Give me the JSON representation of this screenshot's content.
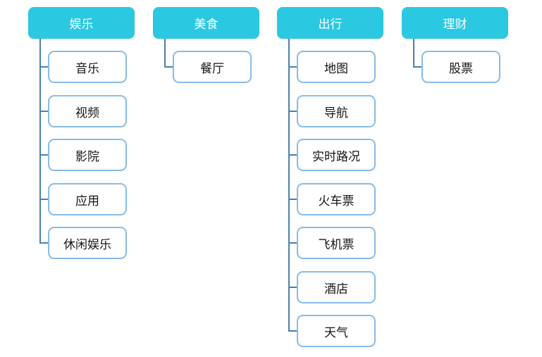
{
  "diagram": {
    "colors": {
      "header_bg": "#2ac8e1",
      "header_text": "#ffffff",
      "child_border": "#86bce8",
      "child_text": "#151515",
      "connector": "#4e7fab",
      "background": "#ffffff"
    },
    "trees": [
      {
        "label": "娱乐",
        "children": [
          "音乐",
          "视频",
          "影院",
          "应用",
          "休闲娱乐"
        ]
      },
      {
        "label": "美食",
        "children": [
          "餐厅"
        ]
      },
      {
        "label": "出行",
        "children": [
          "地图",
          "导航",
          "实时路况",
          "火车票",
          "飞机票",
          "酒店",
          "天气"
        ]
      },
      {
        "label": "理财",
        "children": [
          "股票"
        ]
      }
    ]
  }
}
